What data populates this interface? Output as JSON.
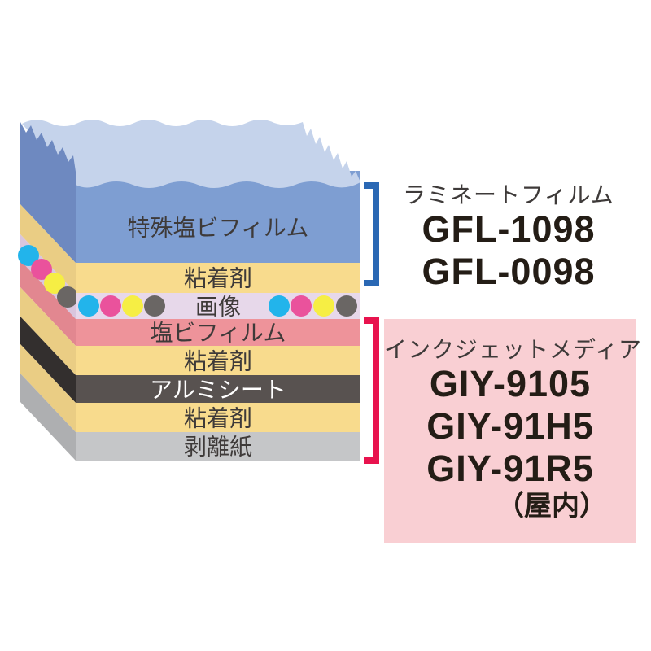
{
  "stack": {
    "layers": [
      {
        "id": "special-pvc-film",
        "label": "特殊塩ビフィルム",
        "color": "#7E9ED2",
        "side_color": "#6E89C0",
        "top_color": "#C5D3EB"
      },
      {
        "id": "adhesive-1",
        "label": "粘着剤",
        "color": "#F8DB8D",
        "side_color": "#EACD84"
      },
      {
        "id": "image",
        "label": "画像",
        "color": "#E7D8EA",
        "side_color": "#D9C6DE"
      },
      {
        "id": "pvc-film",
        "label": "塩ビフィルム",
        "color": "#EE939A",
        "side_color": "#E28790"
      },
      {
        "id": "adhesive-2",
        "label": "粘着剤",
        "color": "#F8DB8D",
        "side_color": "#EACD84"
      },
      {
        "id": "aluminum-sheet",
        "label": "アルミシート",
        "color": "#585250",
        "side_color": "#332F2E",
        "text_color": "#FFFFFF"
      },
      {
        "id": "adhesive-3",
        "label": "粘着剤",
        "color": "#F8DB8D",
        "side_color": "#EACD84"
      },
      {
        "id": "release-paper",
        "label": "剥離紙",
        "color": "#C5C6C8",
        "side_color": "#AEAFB1"
      }
    ],
    "ink_dots": {
      "cyan": "#22B4EB",
      "magenta": "#EA529C",
      "yellow": "#F6EE44",
      "gray": "#6A6664"
    }
  },
  "laminate_group": {
    "title": "ラミネートフィルム",
    "product_1": "GFL-1098",
    "product_2": "GFL-0098",
    "bracket_color": "#2A68B4"
  },
  "inkjet_group": {
    "title": "インクジェットメディア",
    "product_1": "GIY-9105",
    "product_2": "GIY-91H5",
    "product_3": "GIY-91R5",
    "note": "（屋内）",
    "bracket_color": "#E8134E",
    "box_color": "#F9CFD3"
  }
}
